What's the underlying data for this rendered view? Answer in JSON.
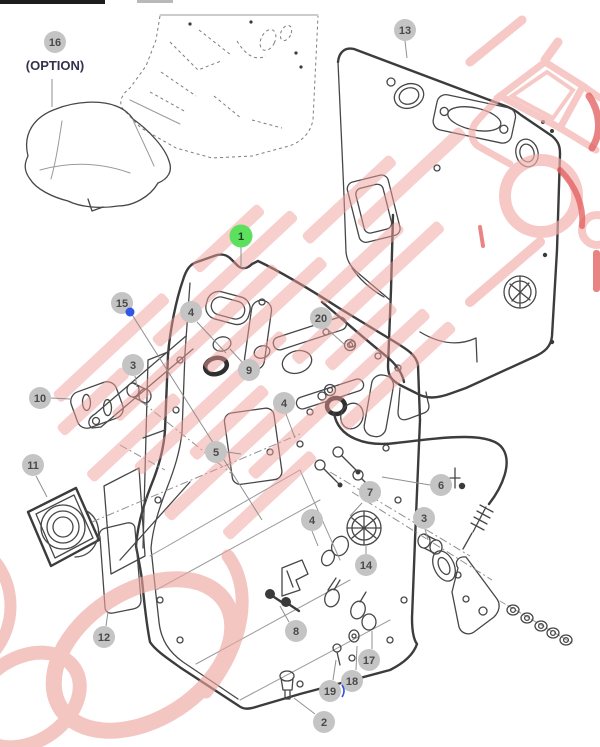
{
  "diagram": {
    "type": "exploded-parts-diagram",
    "labels": {
      "option": "(OPTION)"
    },
    "callouts": [
      {
        "label": "16"
      },
      {
        "label": "13"
      },
      {
        "label": "1",
        "highlight": "green"
      },
      {
        "label": "15"
      },
      {
        "label": "4"
      },
      {
        "label": "20"
      },
      {
        "label": "3"
      },
      {
        "label": "9"
      },
      {
        "label": "10"
      },
      {
        "label": "4"
      },
      {
        "label": "5"
      },
      {
        "label": "11"
      },
      {
        "label": "6"
      },
      {
        "label": "7"
      },
      {
        "label": "3"
      },
      {
        "label": "4"
      },
      {
        "label": "14"
      },
      {
        "label": "12"
      },
      {
        "label": "8"
      },
      {
        "label": "17"
      },
      {
        "label": "18"
      },
      {
        "label": "19"
      },
      {
        "label": "2"
      }
    ],
    "markers": [
      {
        "name": "blue-dot-marker",
        "near_callout": "15"
      },
      {
        "name": "blue-tick-marker",
        "near_callout": "19"
      }
    ],
    "colors": {
      "line": "#474747",
      "callout_fill": "#c4c4c4",
      "callout_text": "#4a4a4a",
      "highlight_green": "#5ce05e",
      "highlight_green_text": "#1d401d",
      "marker_blue": "#3056e8",
      "watermark_pink": "#f0a9a5",
      "watermark_red": "#e05050",
      "option_text": "#33334d",
      "background": "#ffffff"
    }
  }
}
